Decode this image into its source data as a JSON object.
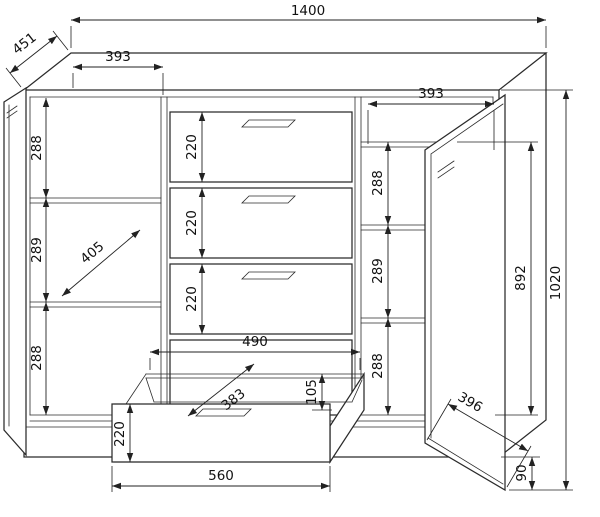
{
  "drawing": {
    "overall": {
      "width": "1400",
      "depth": "451",
      "height": "1020",
      "interior_height": "892",
      "plinth_height": "90"
    },
    "left_section": {
      "width": "393",
      "compartments": [
        "288",
        "289",
        "288"
      ],
      "shelf_diagonal": "405"
    },
    "middle_section": {
      "drawer_heights": [
        "220",
        "220",
        "220"
      ]
    },
    "right_section": {
      "width": "393",
      "compartments": [
        "288",
        "289",
        "288"
      ],
      "door_width": "396"
    },
    "open_drawer": {
      "inner_width": "490",
      "side_height": "105",
      "inner_depth": "383",
      "front_height": "220",
      "outer_width": "560"
    },
    "colors": {
      "line": "#2b2b2b",
      "background": "#ffffff"
    }
  }
}
